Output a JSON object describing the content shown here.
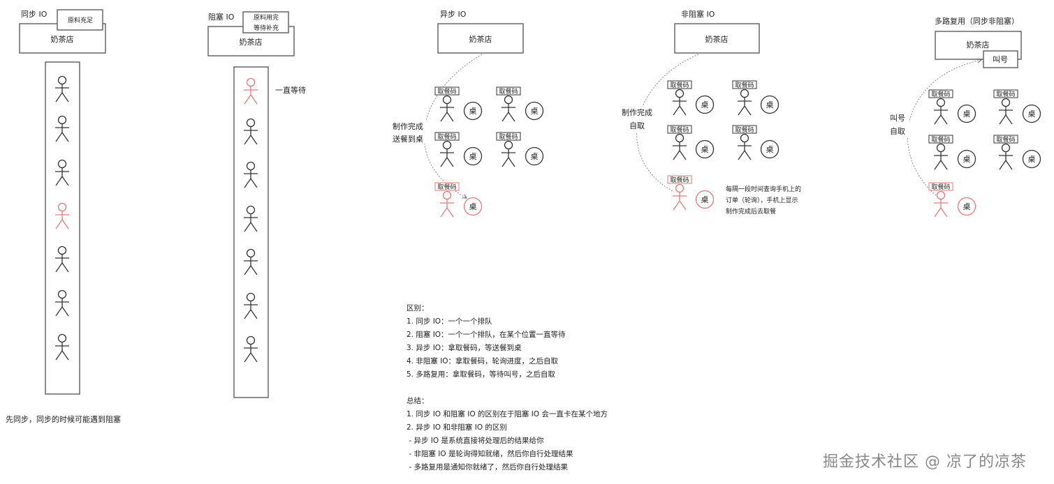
{
  "sync": {
    "title": "同步 IO",
    "shop": "奶茶店",
    "tag": "原料充足",
    "caption": "先同步，同步的时候可能遇到阻塞"
  },
  "blocking": {
    "title": "阻塞 IO",
    "shop": "奶茶店",
    "tag_line1": "原料用完",
    "tag_line2": "等待补充",
    "wait_label": "一直等待"
  },
  "async": {
    "title": "异步 IO",
    "shop": "奶茶店",
    "arrow_line1": "制作完成",
    "arrow_line2": "送餐到桌"
  },
  "nonblocking": {
    "title": "非阻塞 IO",
    "shop": "奶茶店",
    "arrow_line1": "制作完成",
    "arrow_line2": "自取",
    "note_line1": "每隔一段时间查询手机上的",
    "note_line2": "订单（轮询），手机上显示",
    "note_line3": "制作完成后去取餐"
  },
  "multiplex": {
    "title": "多路复用（同步非阻塞）",
    "shop": "奶茶店",
    "call_box": "叫号",
    "arrow_line1": "叫号",
    "arrow_line2": "自取"
  },
  "labels": {
    "pickup_code": "取餐码",
    "table": "桌"
  },
  "colors": {
    "normal": "#333333",
    "highlight": "#e07b7b"
  },
  "notes": {
    "diff_title": "区别：",
    "diff": [
      "1. 同步 IO：一个一个排队",
      "2. 阻塞 IO：一个一个排队，在某个位置一直等待",
      "3. 异步 IO：拿取餐码，等送餐到桌",
      "4. 非阻塞 IO：拿取餐码，轮询进度，之后自取",
      "5. 多路复用：拿取餐码，等待叫号，之后自取"
    ],
    "summary_title": "总结：",
    "summary": [
      "1. 同步 IO 和阻塞 IO 的区别在于阻塞 IO 会一直卡在某个地方",
      "2. 异步 IO 和非阻塞 IO 的区别",
      " - 异步 IO 是系统直接将处理后的结果给你",
      " - 非阻塞 IO 是轮询得知就绪，然后你自行处理结果",
      " - 多路复用是通知你就绪了，然后你自行处理结果"
    ]
  },
  "watermark": "掘金技术社区 @ 凉了的凉茶"
}
